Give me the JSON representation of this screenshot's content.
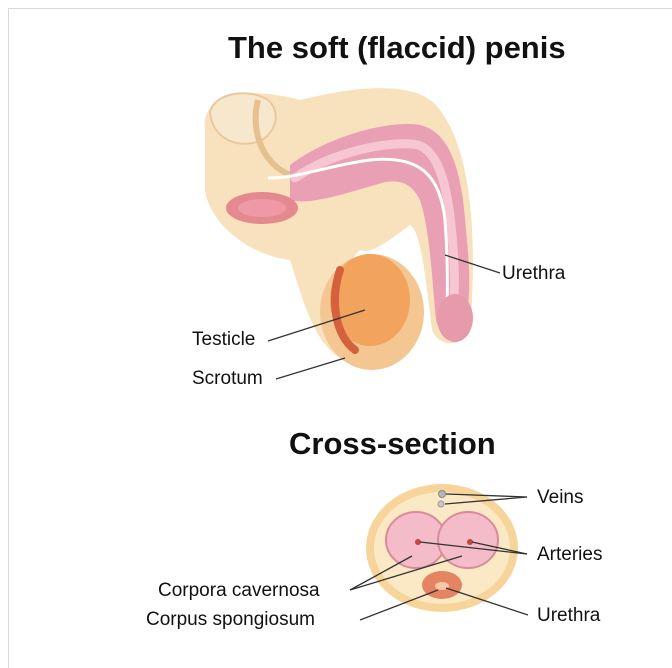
{
  "titles": {
    "main": "The soft (flaccid) penis",
    "cross_section": "Cross-section"
  },
  "labels": {
    "urethra_side": "Urethra",
    "testicle": "Testicle",
    "scrotum": "Scrotum",
    "veins": "Veins",
    "arteries": "Arteries",
    "corpora_cavernosa": "Corpora cavernosa",
    "corpus_spongiosum": "Corpus spongiosum",
    "urethra_cross": "Urethra"
  },
  "colors": {
    "skin": "#f7dcb4",
    "skin_dark": "#efc48f",
    "pink": "#e99ab1",
    "pink_light": "#f6c4d2",
    "red": "#d86a5a",
    "testicle": "#f2a35e",
    "leader": "#333333"
  }
}
